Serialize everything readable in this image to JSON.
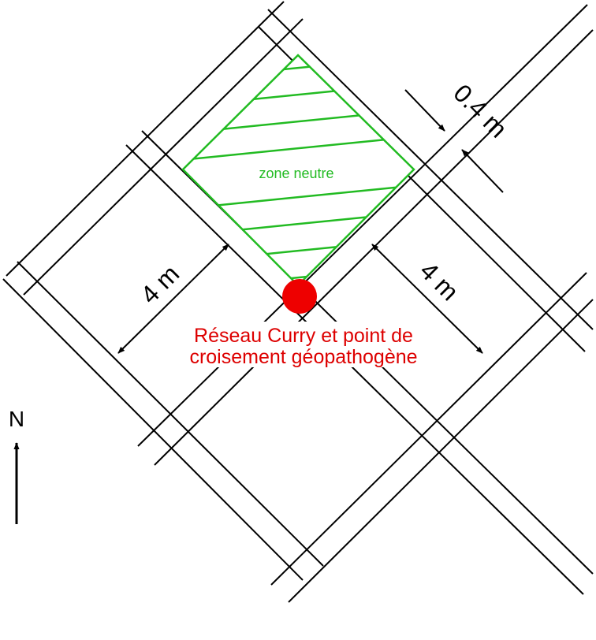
{
  "labels": {
    "neutral_zone": "zone neutre",
    "cell_width_left": "4 m",
    "cell_width_right": "4 m",
    "band_width": "0.4 m",
    "crossing_line1": "Réseau Curry et point de",
    "crossing_line2": "croisement géopathogène",
    "north": "N"
  },
  "colors": {
    "grid": "#000000",
    "neutral_zone": "#22bb22",
    "crossing_point": "#ee0000",
    "crossing_text": "#dd0000",
    "background": "#ffffff"
  }
}
